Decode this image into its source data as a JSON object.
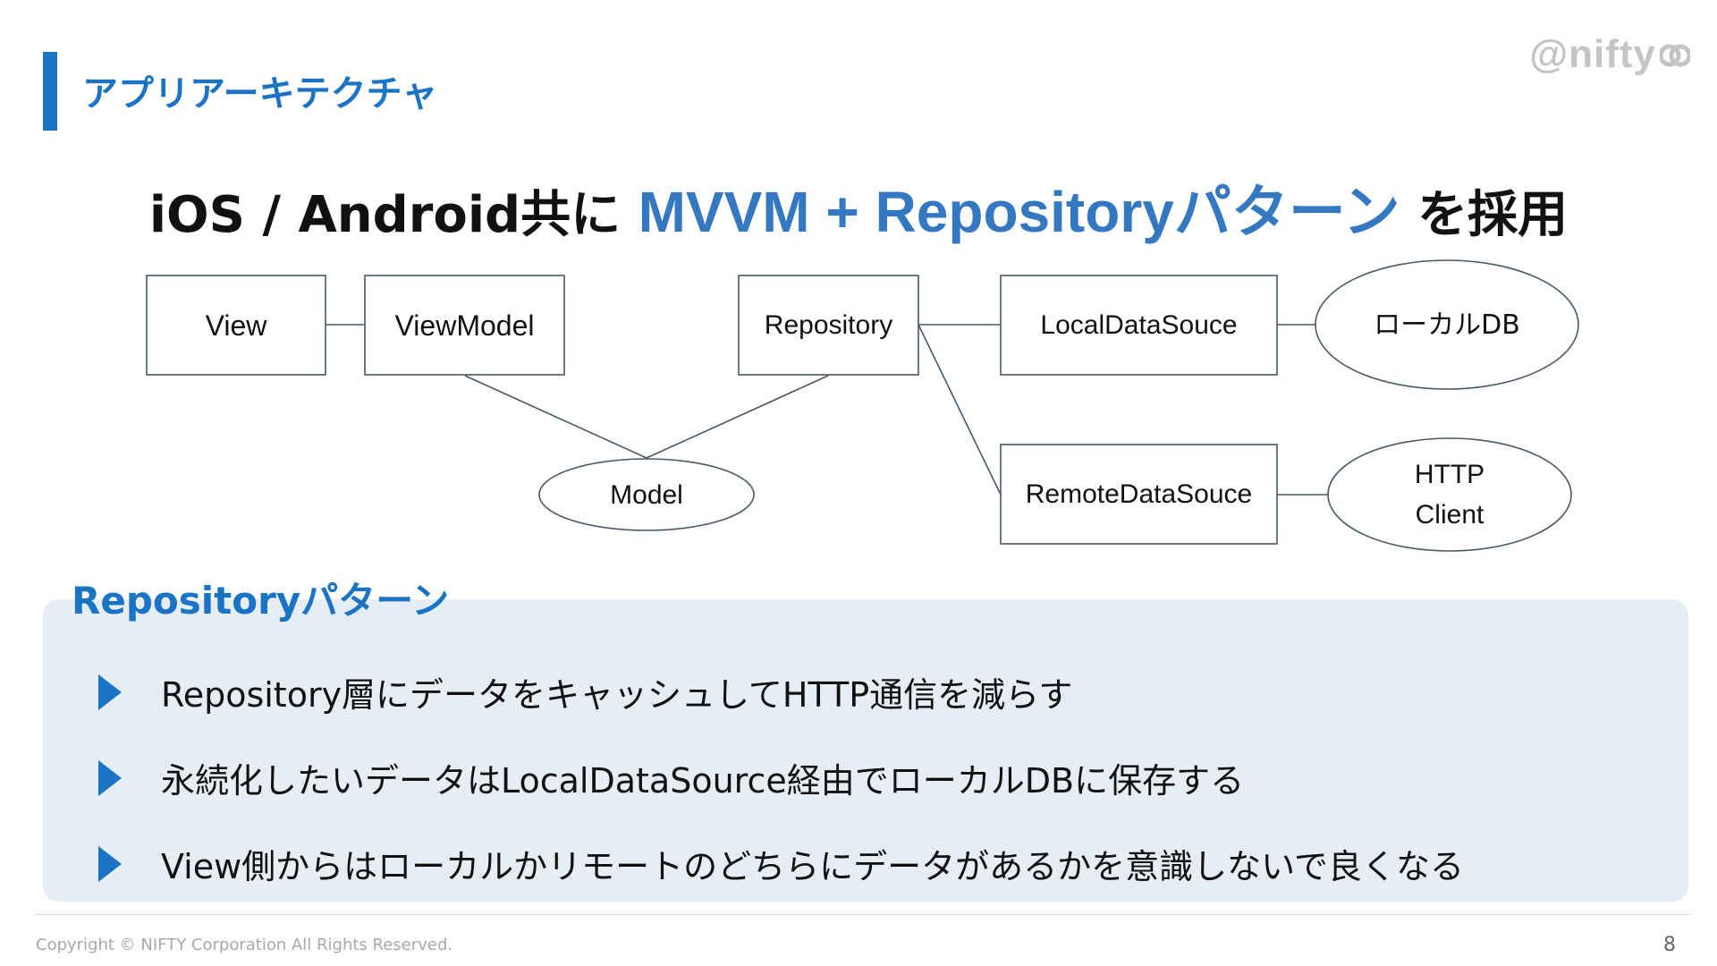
{
  "header": {
    "section_title": "アプリアーキテクチャ",
    "brand": "@nifty",
    "accent_color": "#1a73c4"
  },
  "headline": {
    "prefix": "iOS / Android共に",
    "emphasis": "MVVM + Repositoryパターン",
    "suffix": "を採用",
    "emphasis_color": "#3478c2"
  },
  "diagram": {
    "nodes": {
      "view": "View",
      "viewmodel": "ViewModel",
      "repository": "Repository",
      "local_datasource": "LocalDataSouce",
      "local_db": "ローカルDB",
      "model": "Model",
      "remote_datasource": "RemoteDataSouce",
      "http_client_line1": "HTTP",
      "http_client_line2": "Client"
    }
  },
  "panel": {
    "title": "Repositoryパターン",
    "bullets": [
      "Repository層にデータをキャッシュしてHTTP通信を減らす",
      "永続化したいデータはLocalDataSource経由でローカルDBに保存する",
      "View側からはローカルかリモートのどちらにデータがあるかを意識しないで良くなる"
    ]
  },
  "footer": {
    "copyright": "Copyright © NIFTY Corporation All Rights Reserved.",
    "page_number": "8"
  }
}
